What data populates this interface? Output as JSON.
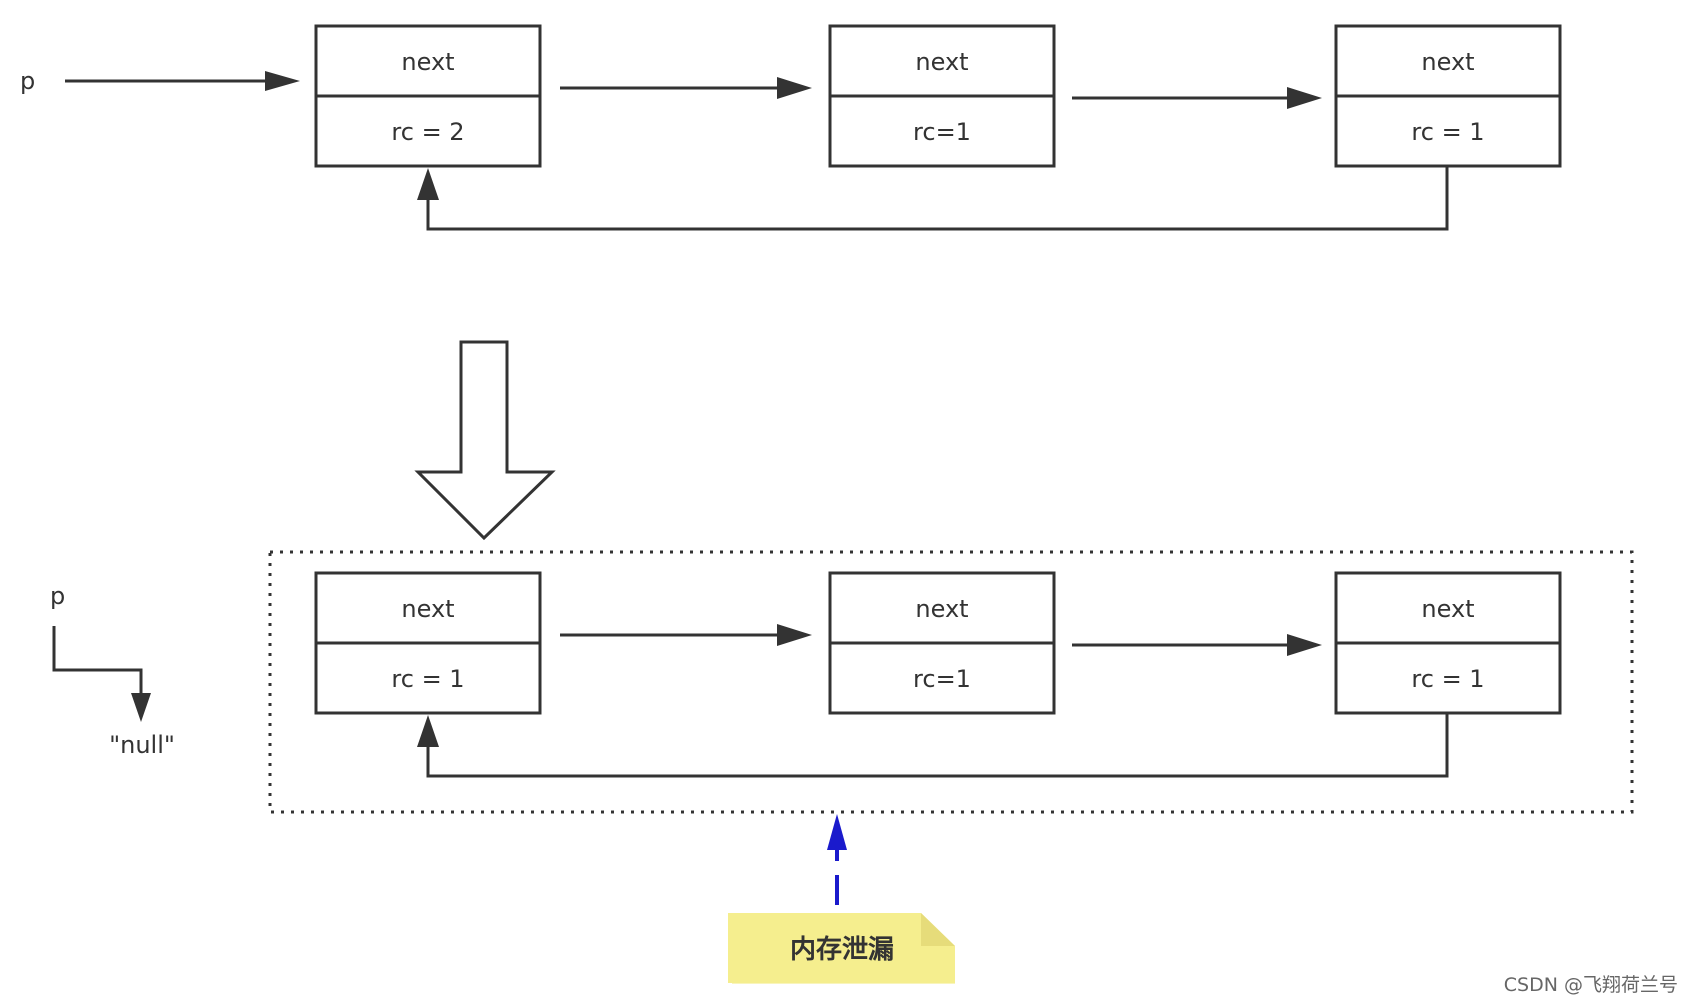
{
  "top": {
    "pointer_label": "p",
    "nodes": [
      {
        "field": "next",
        "rc": "rc = 2"
      },
      {
        "field": "next",
        "rc": "rc=1"
      },
      {
        "field": "next",
        "rc": "rc = 1"
      }
    ]
  },
  "bottom": {
    "pointer_label": "p",
    "null_label": "\"null\"",
    "nodes": [
      {
        "field": "next",
        "rc": "rc = 1"
      },
      {
        "field": "next",
        "rc": "rc=1"
      },
      {
        "field": "next",
        "rc": "rc = 1"
      }
    ]
  },
  "note": {
    "text": "内存泄漏"
  },
  "watermark": "CSDN @飞翔荷兰号",
  "colors": {
    "stroke": "#333333",
    "note_fill": "#f7f1a0",
    "note_fold": "#e6dc7a",
    "leak_arrow": "#1a1acc"
  }
}
